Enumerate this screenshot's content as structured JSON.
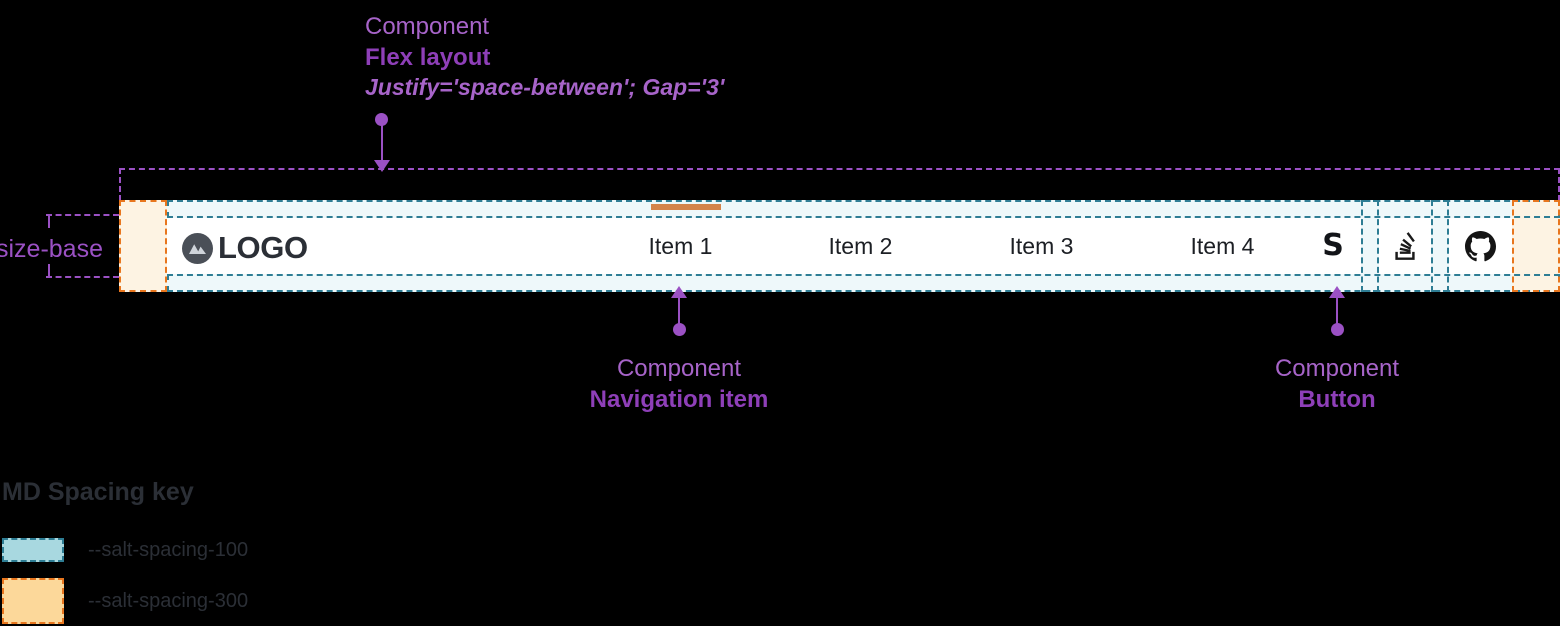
{
  "annotations": {
    "flex": {
      "kind": "Component",
      "name": "Flex layout",
      "props": "Justify='space-between'; Gap='3'"
    },
    "nav_item": {
      "kind": "Component",
      "name": "Navigation item"
    },
    "button": {
      "kind": "Component",
      "name": "Button"
    },
    "size_base_label": "size-base"
  },
  "navbar": {
    "logo": {
      "icon": "mountain-logo-icon",
      "text": "LOGO"
    },
    "items": [
      {
        "label": "Item 1",
        "active": true
      },
      {
        "label": "Item 2",
        "active": false
      },
      {
        "label": "Item 3",
        "active": false
      },
      {
        "label": "Item 4",
        "active": false
      }
    ],
    "actions": [
      {
        "icon": "salt-s-icon",
        "glyph": "S"
      },
      {
        "icon": "stack-overflow-icon"
      },
      {
        "icon": "github-icon"
      }
    ]
  },
  "legend": {
    "title": "MD Spacing key",
    "rows": [
      {
        "token": "--salt-spacing-100",
        "fill": "#a8d8e0",
        "dash": "#2e7d94"
      },
      {
        "token": "--salt-spacing-300",
        "fill": "#fcd89a",
        "dash": "#e8761e"
      }
    ]
  },
  "colors": {
    "accent_purple": "#9b51c4",
    "active_orange": "#d4834a",
    "spacing100_bg": "#eef8fa",
    "spacing300_bg": "#fdf3e3",
    "teal_dash": "#2e7d94",
    "orange_dash": "#e8761e"
  }
}
